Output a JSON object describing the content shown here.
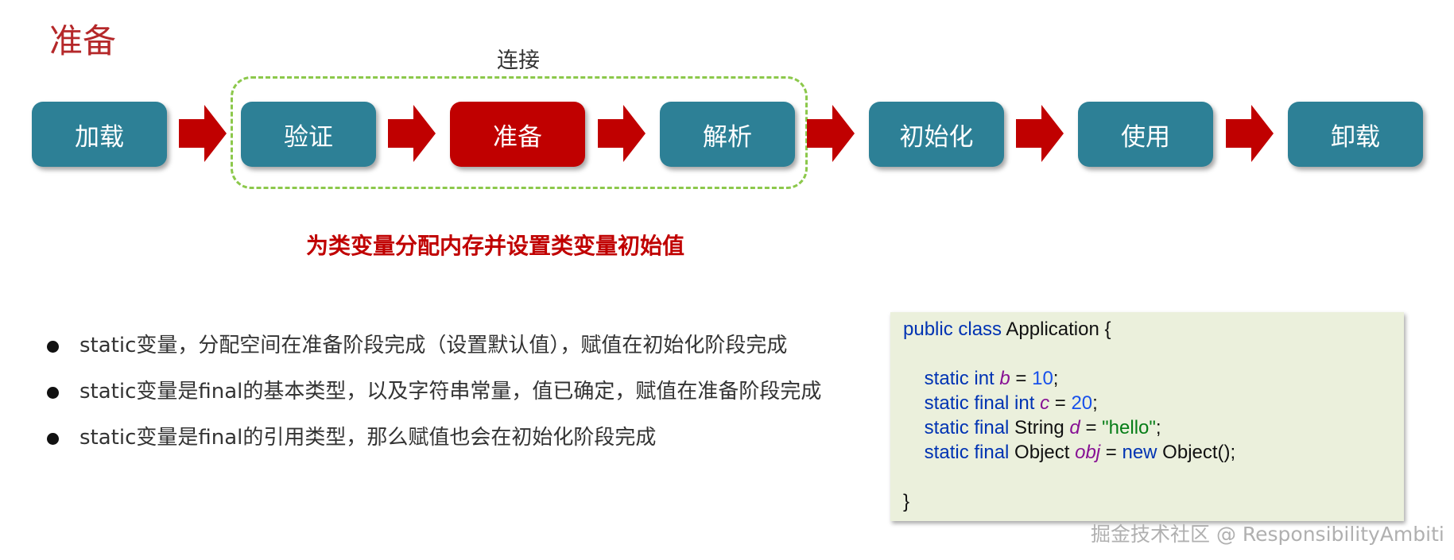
{
  "title": "准备",
  "connect_label": "连接",
  "stages": [
    "加载",
    "验证",
    "准备",
    "解析",
    "初始化",
    "使用",
    "卸载"
  ],
  "active_stage": "准备",
  "subtitle": "为类变量分配内存并设置类变量初始值",
  "bullets": [
    "static变量，分配空间在准备阶段完成（设置默认值），赋值在初始化阶段完成",
    "static变量是final的基本类型，以及字符串常量，值已确定，赋值在准备阶段完成",
    "static变量是final的引用类型，那么赋值也会在初始化阶段完成"
  ],
  "code": {
    "class_open": "public class Application {",
    "line_b": {
      "mod": "static int",
      "var": "b",
      "eq": " = ",
      "val": "10",
      "end": ";"
    },
    "line_c": {
      "mod": "static final int",
      "var": "c",
      "eq": " = ",
      "val": "20",
      "end": ";"
    },
    "line_d": {
      "mod": "static final",
      "type": " String ",
      "var": "d",
      "eq": " = ",
      "val": "\"hello\"",
      "end": ";"
    },
    "line_obj": {
      "mod": "static final",
      "type": " Object ",
      "var": "obj",
      "eq": " = ",
      "kw_new": "new",
      "val": " Object();"
    },
    "class_close": "}"
  },
  "watermark": "掘金技术社区 @ ResponsibilityAmbiti",
  "colors": {
    "stage": "#2d8096",
    "active": "#c00000",
    "arrow": "#c00000",
    "dashed_border": "#8cc84b",
    "code_bg": "#ebf0dc"
  }
}
